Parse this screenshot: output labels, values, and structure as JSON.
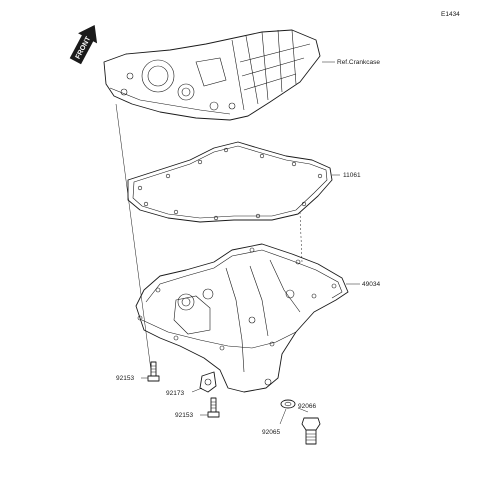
{
  "diagram": {
    "code": "E1434",
    "front_marker": "FRONT",
    "callouts": {
      "crankcase": "Ref.Crankcase",
      "gasket": "11061",
      "oil_pan": "49034",
      "bolt_left": "92153",
      "clamp": "92173",
      "bolt_lower": "92153",
      "washer_plug": "92066",
      "washer": "92065"
    }
  }
}
